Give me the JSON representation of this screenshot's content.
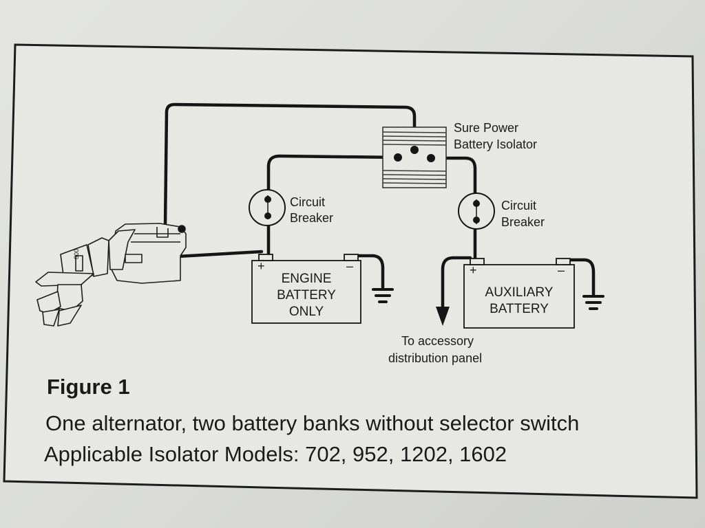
{
  "figure": {
    "title": "Figure 1",
    "caption_line1": "One alternator, two battery banks without selector switch",
    "caption_line2": "Applicable Isolator Models: 702, 952, 1202, 1602"
  },
  "isolator": {
    "label_line1": "Sure Power",
    "label_line2": "Battery Isolator"
  },
  "breaker_left": {
    "label_line1": "Circuit",
    "label_line2": "Breaker"
  },
  "breaker_right": {
    "label_line1": "Circuit",
    "label_line2": "Breaker"
  },
  "engine_battery": {
    "line1": "ENGINE",
    "line2": "BATTERY",
    "line3": "ONLY",
    "plus": "+",
    "minus": "–"
  },
  "aux_battery": {
    "line1": "AUXILIARY",
    "line2": "BATTERY",
    "plus": "+",
    "minus": "–"
  },
  "accessory": {
    "line1": "To accessory",
    "line2": "distribution panel"
  },
  "engine": {
    "label": "800"
  },
  "colors": {
    "wire": "#151515",
    "paper": "#e6e7e3",
    "background": "#d3d4d0"
  }
}
